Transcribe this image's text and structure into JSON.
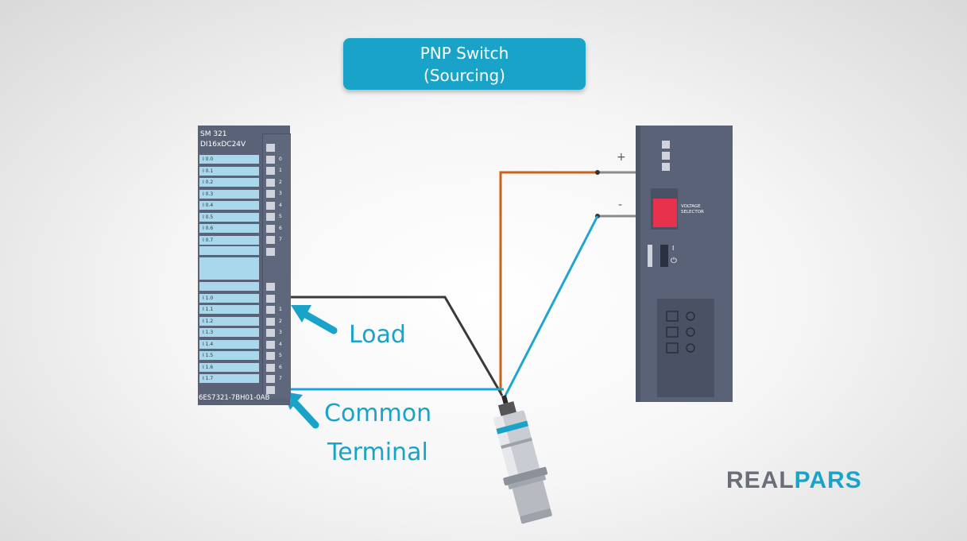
{
  "title": {
    "line1": "PNP Switch",
    "line2": "(Sourcing)"
  },
  "module": {
    "name": "SM 321",
    "type": "DI16xDC24V",
    "order_number": "6ES7321-7BH01-0AB",
    "group0_labels": [
      "I 0.0",
      "I 0.1",
      "I 0.2",
      "I 0.3",
      "I 0.4",
      "I 0.5",
      "I 0.6",
      "I 0.7"
    ],
    "group1_labels": [
      "I 1.0",
      "I 1.1",
      "I 1.2",
      "I 1.3",
      "I 1.4",
      "I 1.5",
      "I 1.6",
      "I 1.7"
    ],
    "pin_numbers": [
      "0",
      "1",
      "2",
      "3",
      "4",
      "5",
      "6",
      "7"
    ]
  },
  "power_supply": {
    "selector_label_line1": "VOLTAGE",
    "selector_label_line2": "SELECTOR",
    "plus_sign": "+",
    "minus_sign": "-",
    "power_symbol": "⏻",
    "switch_mark": "I"
  },
  "annotations": {
    "load": "Load",
    "common_line1": "Common",
    "common_line2": "Terminal"
  },
  "logo": {
    "part1": "REAL",
    "part2": "PARS"
  },
  "colors": {
    "accent": "#1aa3c9",
    "brown_wire": "#c8621c",
    "blue_wire": "#1ea6cf",
    "black_wire": "#3a3a3a",
    "module": "#5a6277",
    "selector": "#e8314d"
  }
}
